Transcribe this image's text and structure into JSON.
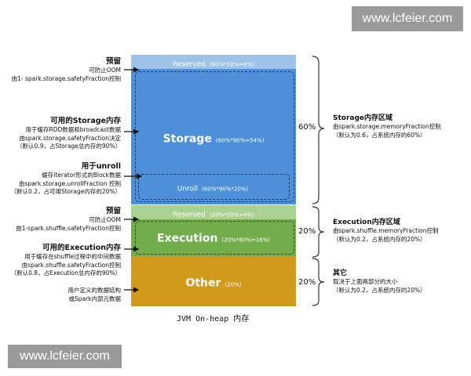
{
  "watermark": "www.lcfeier.com",
  "segments": {
    "reserved_top": {
      "label": "Reserved",
      "formula": "(60%*10%=6%)"
    },
    "storage": {
      "label": "Storage",
      "formula": "(60%*90%=54%)"
    },
    "unroll": {
      "label": "Unroll",
      "formula": "(60%*90%*20%)"
    },
    "reserved_mid": {
      "label": "Reserved",
      "formula": "(20%*20%=4%)"
    },
    "execution": {
      "label": "Execution",
      "formula": "(20%*80%=16%)"
    },
    "other": {
      "label": "Other",
      "formula": "(20%)"
    }
  },
  "left_notes": {
    "reserved": {
      "title": "预留",
      "lines": [
        "可防止OOM",
        "由1- spark.storage.safetyFraction控制"
      ]
    },
    "storage": {
      "title": "可用的Storage内存",
      "lines": [
        "用于缓存RDD数据和broadcast数据",
        "由spark.storage.safetyFraction决定",
        "（默认0.9，占Storage总内存的90%）"
      ]
    },
    "unroll": {
      "title": "用于unroll",
      "lines": [
        "缓存iterator形式的Block数据",
        "由spark.storage.unrollFraction 控制",
        "（默认0.2，占可用Storage内存的20%）"
      ]
    },
    "reserved2": {
      "title": "预留",
      "lines": [
        "可防止OOM",
        "由1-spark.shuffle.safetyFraction控制"
      ]
    },
    "execution": {
      "title": "可用的Execution内存",
      "lines": [
        "用于缓存在shuffle过程中的中间数据",
        "由spark.shuffle.safetyFraction控制",
        "（默认0.8，占Execution总内存的90%）"
      ]
    },
    "other": {
      "lines": [
        "用户定义的数据结构",
        "或Spark内部元数据"
      ]
    }
  },
  "right_notes": {
    "storage": {
      "percent": "60%",
      "title": "Storage内存区域",
      "lines": [
        "由spark.storage.memoryFraction控制",
        "（默认为0.6，占系统内存的60%）"
      ]
    },
    "execution": {
      "percent": "20%",
      "title": "Execution内存区域",
      "lines": [
        "由spark.shuffle.memoryFraction控制",
        "（默认为0.2，占系统内存的20%）"
      ]
    },
    "other": {
      "percent": "20%",
      "title": "其它",
      "lines": [
        "取决于上面两部分的大小",
        "（默认为0.2，占系统内存的20%）"
      ]
    }
  },
  "caption": "JVM On-heap 内存"
}
